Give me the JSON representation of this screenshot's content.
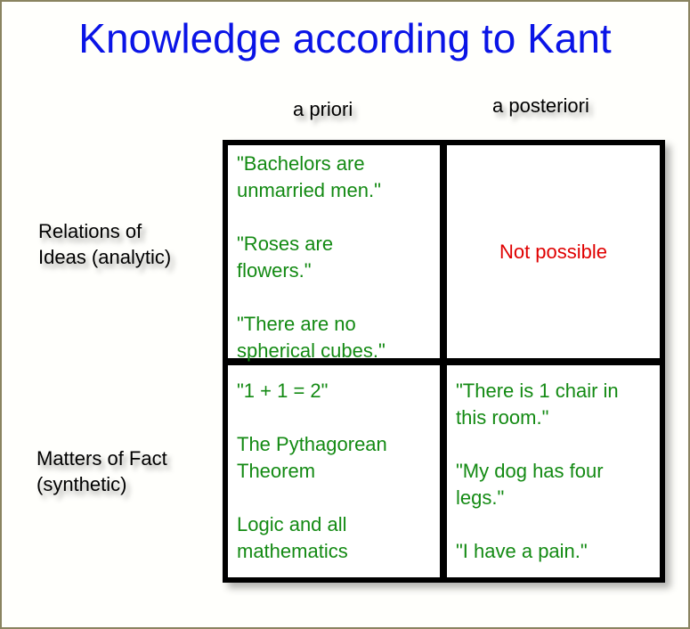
{
  "title": "Knowledge according to Kant",
  "columns": [
    "a priori",
    "a posteriori"
  ],
  "rows": [
    "Relations of Ideas (analytic)",
    "Matters of Fact (synthetic)"
  ],
  "row_lines": [
    [
      "Relations of",
      "Ideas (analytic)"
    ],
    [
      "Matters of Fact",
      "(synthetic)"
    ]
  ],
  "cells": {
    "analytic_apriori": [
      "\"Bachelors are unmarried men.\"",
      "\"Roses are flowers.\"",
      "\"There are no spherical cubes.\""
    ],
    "analytic_aposteriori": "Not possible",
    "synthetic_apriori": [
      "\"1 + 1 = 2\"",
      "The Pythagorean Theorem",
      "Logic and all mathematics"
    ],
    "synthetic_aposteriori": [
      "\"There is 1 chair in this room.\"",
      "\"My dog has four legs.\"",
      "\"I have a pain.\""
    ]
  },
  "colors": {
    "title": "#0a14e6",
    "examples": "#138a13",
    "impossible": "#e00000"
  }
}
